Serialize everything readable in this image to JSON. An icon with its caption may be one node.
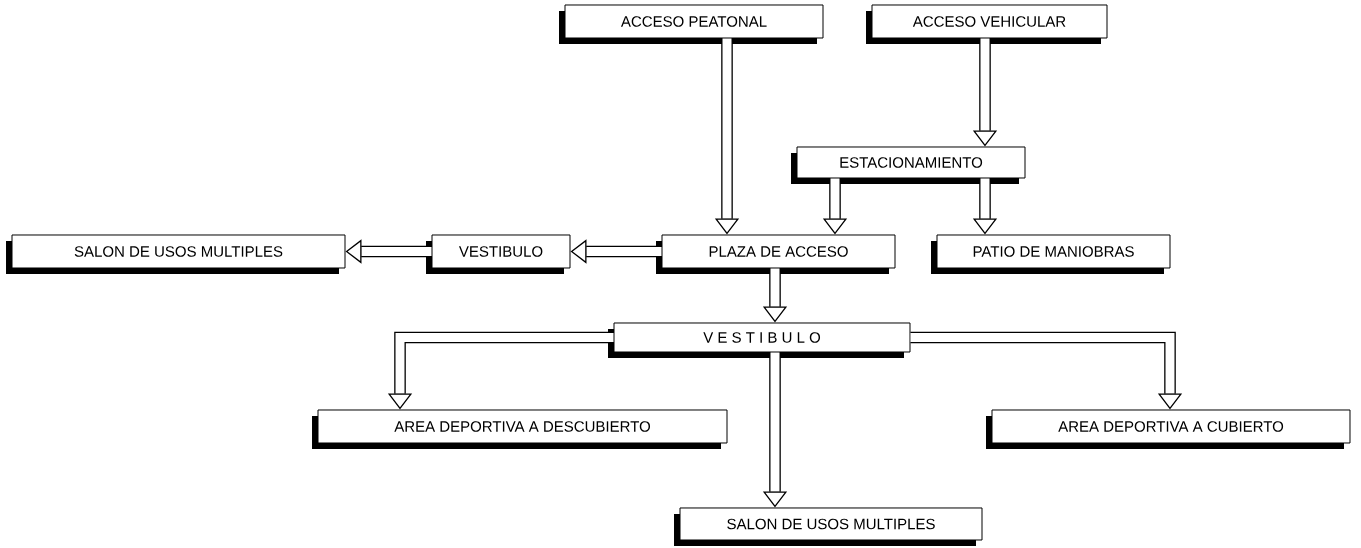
{
  "diagram": {
    "nodes": [
      {
        "text": [
          "ACCESO PEATONAL"
        ]
      },
      {
        "text": [
          "ACCESO VEHICULAR"
        ]
      },
      {
        "text": [
          "ESTACIONAMIENTO"
        ]
      },
      {
        "text": [
          "SALON DE USOS MULTIPLES"
        ]
      },
      {
        "text": [
          "VESTIBULO"
        ]
      },
      {
        "text": [
          "PLAZA DE ACCESO"
        ]
      },
      {
        "text": [
          "PATIO DE MANIOBRAS"
        ]
      },
      {
        "text": [
          "V E S T I B U L O"
        ]
      },
      {
        "text": [
          "AREA DEPORTIVA A DESCUBIERTO"
        ]
      },
      {
        "text": [
          "AREA DEPORTIVA A CUBIERTO"
        ]
      },
      {
        "text": [
          "SALON DE USOS MULTIPLES"
        ]
      }
    ],
    "edges": [
      {
        "from": 0,
        "to": 5,
        "arrow": "to"
      },
      {
        "from": 1,
        "to": 2,
        "arrow": "to"
      },
      {
        "from": 2,
        "to": 5,
        "arrow": "to"
      },
      {
        "from": 2,
        "to": 6,
        "arrow": "to"
      },
      {
        "from": 5,
        "to": 4,
        "arrow": "to"
      },
      {
        "from": 4,
        "to": 3,
        "arrow": "to"
      },
      {
        "from": 5,
        "to": 7,
        "arrow": "to"
      },
      {
        "from": 7,
        "to": 8,
        "arrow": "to"
      },
      {
        "from": 7,
        "to": 9,
        "arrow": "to"
      },
      {
        "from": 7,
        "to": 10,
        "arrow": "to"
      }
    ]
  }
}
